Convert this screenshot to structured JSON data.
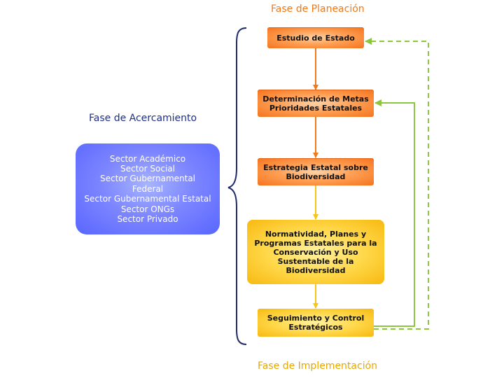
{
  "titles": {
    "planeacion": "Fase de Planeación",
    "acercamiento": "Fase de Acercamiento",
    "implementacion": "Fase de Implementación"
  },
  "sectors": [
    "Sector Académico",
    "Sector Social",
    "Sector Gubernamental",
    "Federal",
    "Sector Gubernamental Estatal",
    "Sector ONGs",
    "Sector Privado"
  ],
  "steps": {
    "estudio": "Estudio de Estado",
    "metas": "Determinación de Metas\nPrioridades Estatales",
    "estrategia": "Estrategia Estatal sobre\nBiodiversidad",
    "normatividad": "Normatividad, Planes y\nProgramas Estatales para la\nConservación y Uso\nSustentable de la Biodiversidad",
    "seguimiento": "Seguimiento y Control\nEstratégicos"
  },
  "colors": {
    "planeacion_title": "#f07a1a",
    "acercamiento_title": "#1f2f8a",
    "implementacion_title": "#e6a800",
    "orange_arrow": "#f07a1a",
    "yellow_arrow": "#f5c518",
    "feedback_green": "#8cc63f",
    "brace": "#1f2a6a",
    "sector_text": "#ffffff"
  }
}
